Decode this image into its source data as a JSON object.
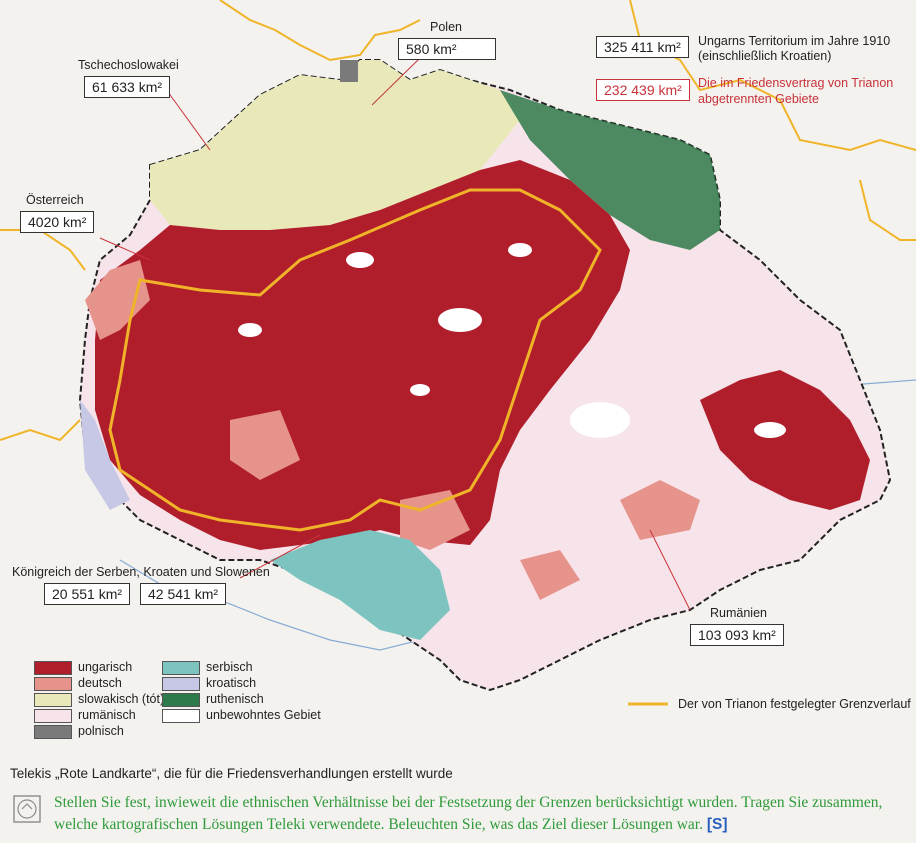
{
  "boxes": {
    "poland": {
      "name": "Polen",
      "area": "580 km²"
    },
    "czechoslovakia": {
      "name": "Tschechoslowakei",
      "area": "61 633 km²"
    },
    "austria": {
      "name": "Österreich",
      "area": "4020 km²"
    },
    "kingdom_shs": {
      "name": "Königreich der Serben, Kroaten und Slowenen",
      "area_1": "20 551 km²",
      "area_2": "42 541 km²"
    },
    "romania": {
      "name": "Rumänien",
      "area": "103 093 km²"
    }
  },
  "totals": {
    "territory_area": "325 411 km²",
    "territory_label_1": "Ungarns Territorium im Jahre 1910",
    "territory_label_2": "(einschließlich Kroatien)",
    "detached_area": "232 439 km²",
    "detached_label_1": "Die im Friedensvertrag von Trianon",
    "detached_label_2": "abgetrennten Gebiete"
  },
  "legend": {
    "items": [
      {
        "label": "ungarisch",
        "color": "#b01e2c"
      },
      {
        "label": "deutsch",
        "color": "#e6938c"
      },
      {
        "label": "slowakisch (tót)",
        "color": "#e8e8b8"
      },
      {
        "label": "rumänisch",
        "color": "#f7e4ea"
      },
      {
        "label": "polnisch",
        "color": "#7a7a7a"
      },
      {
        "label": "serbisch",
        "color": "#7dc4c0"
      },
      {
        "label": "kroatisch",
        "color": "#c6c8e6"
      },
      {
        "label": "ruthenisch",
        "color": "#2f7a4a"
      },
      {
        "label": "unbewohntes Gebiet",
        "color": "#ffffff"
      }
    ],
    "border_label": "Der von Trianon festgelegter Grenzverlauf",
    "border_color": "#f0b429"
  },
  "caption": "Telekis „Rote Landkarte“, die für die Friedensverhandlungen erstellt wurde",
  "task": {
    "text": "Stellen Sie fest, inwieweit die ethnischen Verhältnisse bei der Festsetzung der Grenzen berücksichtigt wurden. Tragen Sie zusammen, welche kartografischen Lösungen Teleki verwendete. Beleuchten Sie, was das Ziel dieser Lösungen war.",
    "link": "[S]"
  },
  "colors": {
    "hungarian": "#b01e2c",
    "background": "#f4f2ee"
  }
}
